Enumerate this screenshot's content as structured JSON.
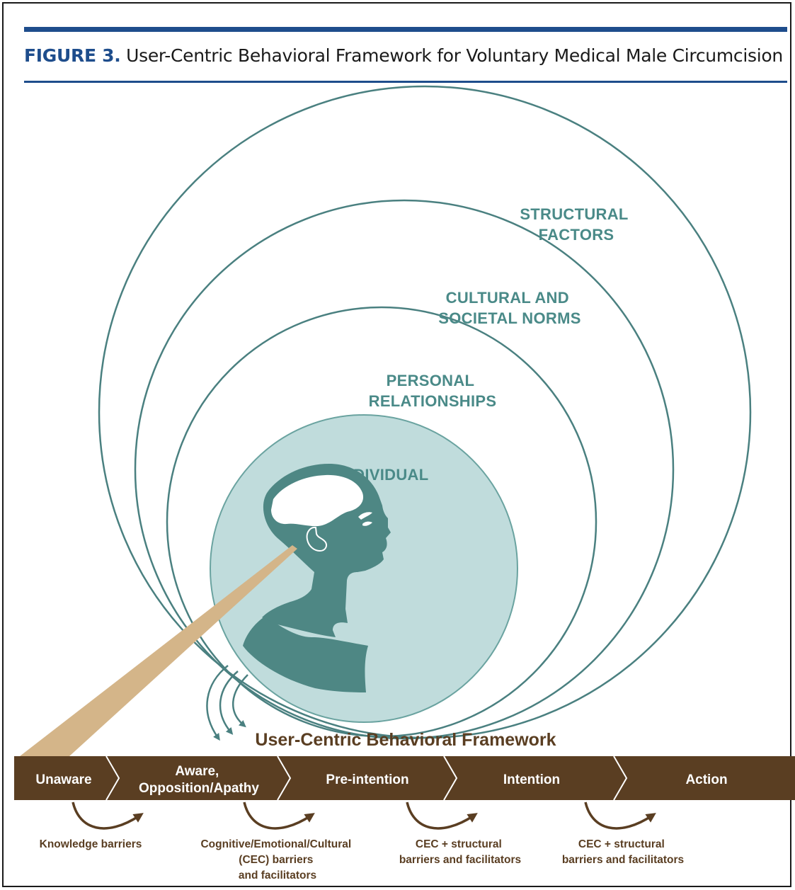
{
  "header": {
    "figure_label": "FIGURE 3.",
    "figure_title": "User-Centric Behavioral Framework for Voluntary Medical Male Circumcision"
  },
  "rings": {
    "structural": [
      "STRUCTURAL",
      "FACTORS"
    ],
    "cultural": [
      "CULTURAL AND",
      "SOCIETAL NORMS"
    ],
    "personal": [
      "PERSONAL",
      "RELATIONSHIPS"
    ],
    "individual": [
      "INDIVIDUAL"
    ]
  },
  "framework": {
    "title": "User-Centric Behavioral Framework",
    "stages": [
      [
        "Unaware"
      ],
      [
        "Aware,",
        "Opposition/Apathy"
      ],
      [
        "Pre-intention"
      ],
      [
        "Intention"
      ],
      [
        "Action"
      ]
    ],
    "barriers": [
      [
        "Knowledge barriers"
      ],
      [
        "Cognitive/Emotional/Cultural",
        "(CEC) barriers",
        "and facilitators"
      ],
      [
        "CEC + structural",
        "barriers and facilitators"
      ],
      [
        "CEC + structural",
        "barriers and facilitators"
      ]
    ]
  },
  "colors": {
    "ring_stroke": "#4a8080",
    "ring_label": "#4a8a88",
    "individual_fill": "#c0dcdc",
    "head_fill": "#4e8784",
    "band_fill": "#5a3e22",
    "beam_fill": "#d4b589",
    "title_blue": "#1e4d8c"
  }
}
